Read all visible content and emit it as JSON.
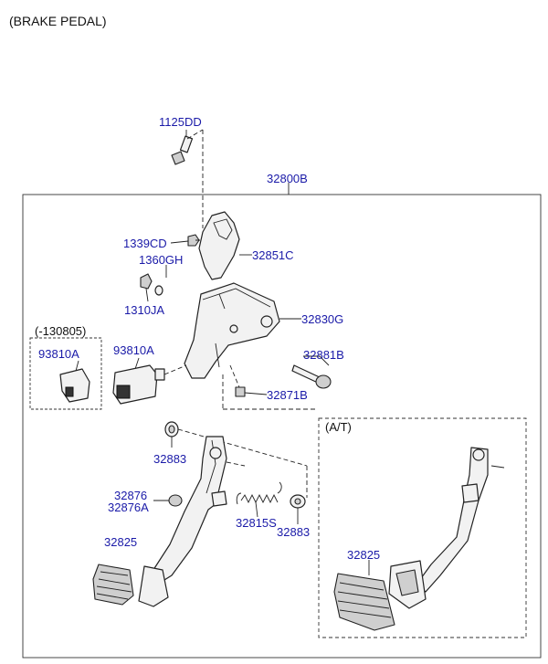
{
  "title": "(BRAKE PEDAL)",
  "assembly_label": "32800B",
  "variant_box_label": "(-130805)",
  "at_box_label": "(A/T)",
  "parts": {
    "p1125DD": "1125DD",
    "p1339CD": "1339CD",
    "p32851C": "32851C",
    "p1360GH": "1360GH",
    "p1310JA": "1310JA",
    "p32830G": "32830G",
    "p93810A_old": "93810A",
    "p93810A": "93810A",
    "p32881B": "32881B",
    "p32871B": "32871B",
    "p32883_top": "32883",
    "p32876": "32876",
    "p32876A": "32876A",
    "p32815S": "32815S",
    "p32883_bot": "32883",
    "p32825": "32825",
    "p32825_at": "32825"
  },
  "colors": {
    "label": "#1a1aa8",
    "line": "#222222",
    "background": "#ffffff"
  }
}
